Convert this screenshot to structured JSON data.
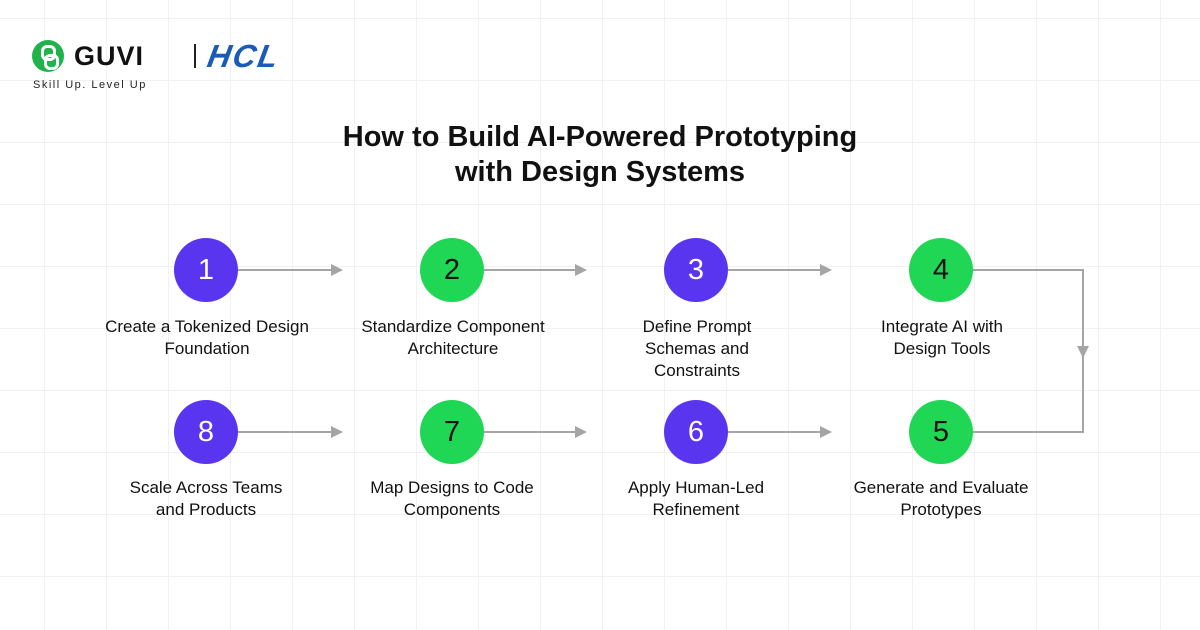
{
  "brand": {
    "guvi": "GUVI",
    "hcl": "HCL",
    "tagline": "Skill Up. Level Up",
    "guvi_color": "#22b24c",
    "hcl_color": "#1a5bb8"
  },
  "title_lines": [
    "How to Build AI-Powered Prototyping",
    "with Design Systems"
  ],
  "colors": {
    "purple": "#5a35f0",
    "green": "#20d655",
    "connector": "#a5a5a5"
  },
  "steps": [
    {
      "number": "1",
      "label": "Create a Tokenized Design Foundation",
      "color": "purple"
    },
    {
      "number": "2",
      "label": "Standardize Component Architecture",
      "color": "green"
    },
    {
      "number": "3",
      "label": "Define Prompt Schemas and Constraints",
      "color": "purple"
    },
    {
      "number": "4",
      "label": "Integrate AI with Design Tools",
      "color": "green"
    },
    {
      "number": "5",
      "label": "Generate and Evaluate Prototypes",
      "color": "green"
    },
    {
      "number": "6",
      "label": "Apply Human-Led Refinement",
      "color": "purple"
    },
    {
      "number": "7",
      "label": "Map Designs to Code Components",
      "color": "green"
    },
    {
      "number": "8",
      "label": "Scale Across Teams and Products",
      "color": "purple"
    }
  ]
}
